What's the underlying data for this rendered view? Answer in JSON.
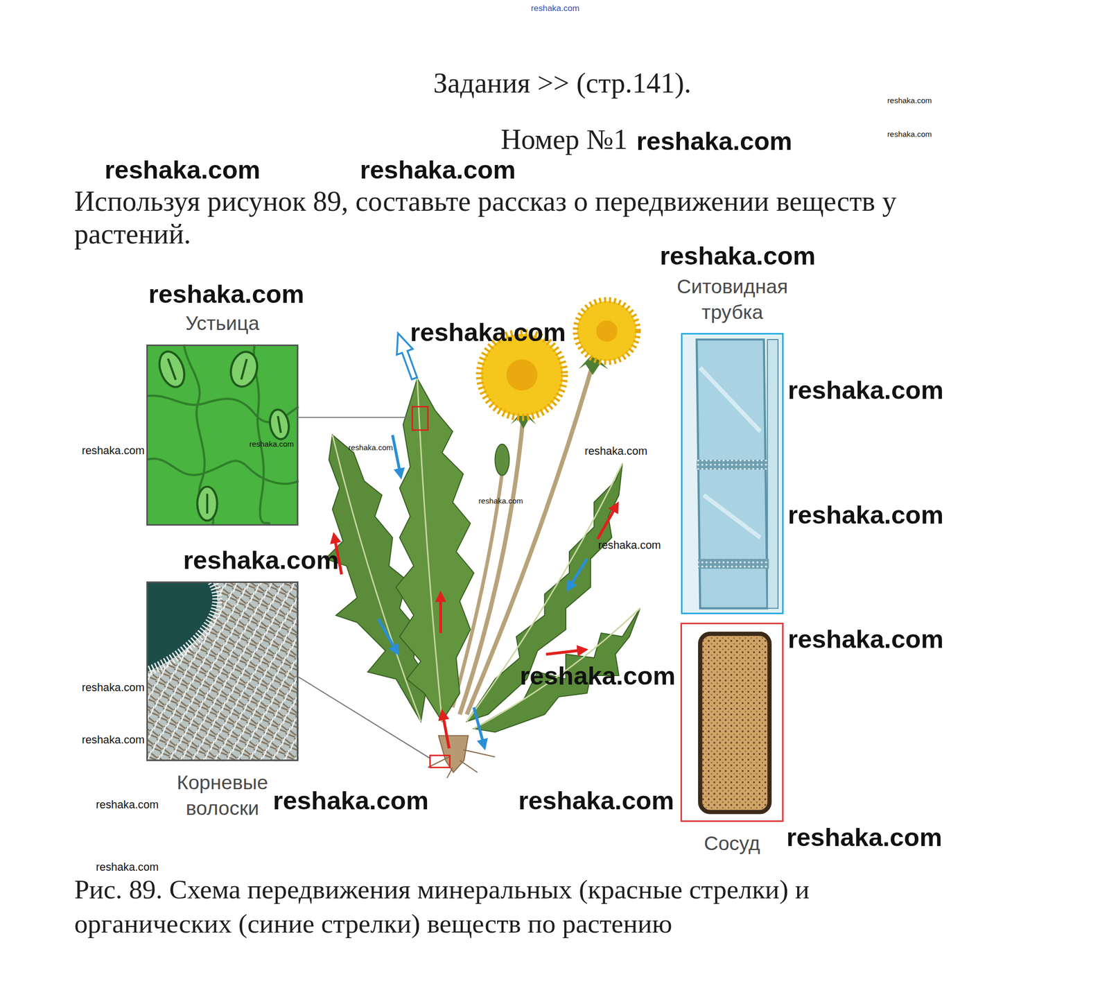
{
  "diagram": {
    "title": "Задания >> (стр.141).",
    "caption": "Рис. 89. Схема передвижения минеральных (красные стрелки) и органических (синие стрелки) веществ по растению",
    "nodes": [
      {
        "text": [
          "Устьица"
        ]
      },
      {
        "text": [
          "Ситовидная трубка"
        ]
      },
      {
        "text": [
          "Корневые волоски"
        ]
      },
      {
        "text": [
          "Сосуд"
        ]
      }
    ],
    "labels": [
      "reshaka.com",
      "reshaka.com",
      "Номер №1",
      "reshaka.com",
      "reshaka.com",
      "reshaka.com",
      "reshaka.com",
      "Используя рисунок 89, составьте рассказ о передвижении веществ у растений.",
      "reshaka.com",
      "reshaka.com",
      "reshaka.com",
      "reshaka.com",
      "reshaka.com",
      "reshaka.com",
      "reshaka.com",
      "reshaka.com",
      "reshaka.com",
      "reshaka.com",
      "reshaka.com",
      "reshaka.com",
      "reshaka.com",
      "reshaka.com",
      "reshaka.com",
      "reshaka.com",
      "reshaka.com",
      "reshaka.com",
      "reshaka.com",
      "reshaka.com",
      "reshaka.com"
    ]
  }
}
